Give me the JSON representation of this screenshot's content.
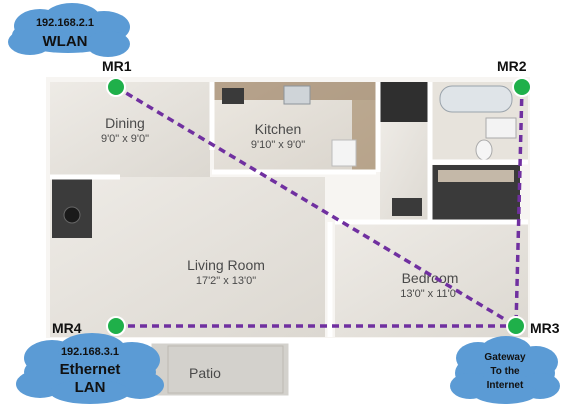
{
  "rooms": {
    "dining": {
      "name": "Dining",
      "size": "9'0\" x 9'0\""
    },
    "kitchen": {
      "name": "Kitchen",
      "size": "9'10\" x 9'0\""
    },
    "living": {
      "name": "Living Room",
      "size": "17'2\" x 13'0\""
    },
    "bedroom": {
      "name": "Bedroom",
      "size": "13'0\" x 11'0\""
    },
    "patio": {
      "name": "Patio"
    }
  },
  "nodes": {
    "mr1": "MR1",
    "mr2": "MR2",
    "mr3": "MR3",
    "mr4": "MR4"
  },
  "clouds": {
    "wlan": {
      "ip": "192.168.2.1",
      "label": "WLAN"
    },
    "ethernet": {
      "ip": "192.168.3.1",
      "label_line1": "Ethernet",
      "label_line2": "LAN"
    },
    "gateway": {
      "line1": "Gateway",
      "line2": "To the",
      "line3": "Internet"
    }
  },
  "colors": {
    "link": "#7030a0",
    "node": "#1fb04a",
    "cloud": "#5b9bd5",
    "wall": "#ffffff",
    "floor": "#e9e6e0"
  }
}
